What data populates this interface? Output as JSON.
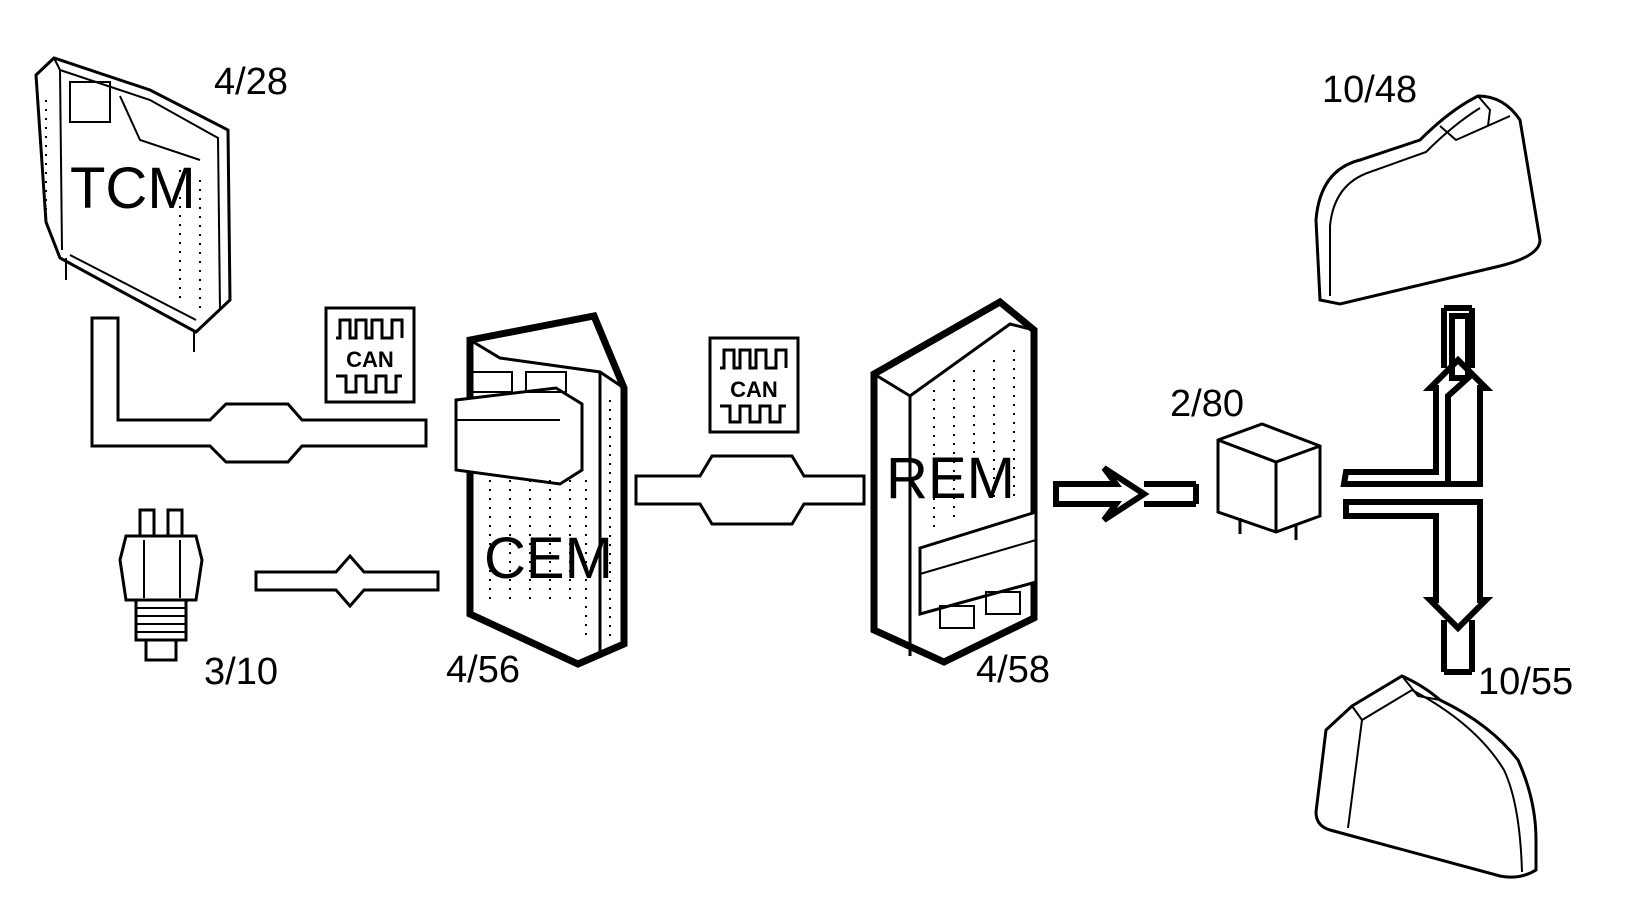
{
  "diagram": {
    "components": {
      "tcm": {
        "ref": "4/28",
        "name": "TCM"
      },
      "cem": {
        "ref": "4/56",
        "name": "CEM"
      },
      "rem": {
        "ref": "4/58",
        "name": "REM"
      },
      "pressure_switch": {
        "ref": "3/10"
      },
      "relay": {
        "ref": "2/80"
      },
      "lamp_upper": {
        "ref": "10/48"
      },
      "lamp_lower": {
        "ref": "10/55"
      }
    },
    "can_badges": [
      {
        "text": "CAN"
      },
      {
        "text": "CAN"
      }
    ]
  }
}
